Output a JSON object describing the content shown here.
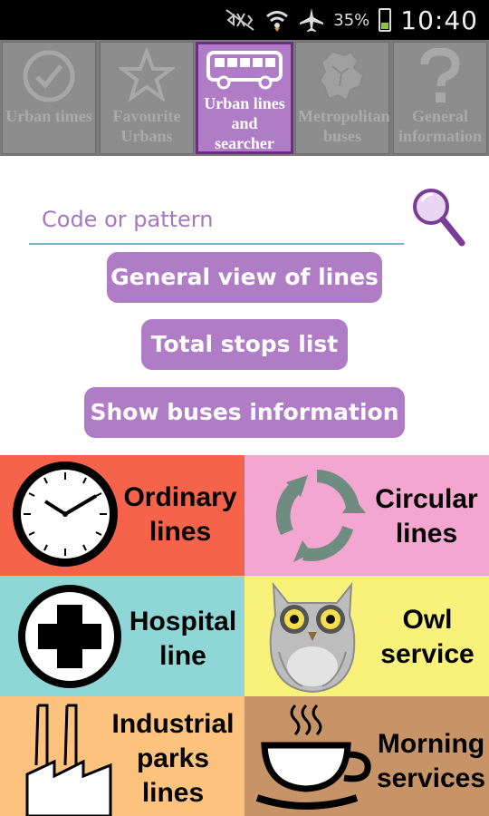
{
  "status_bar": {
    "battery_percent": "35%",
    "time": "10:40",
    "icons": [
      "mute-icon",
      "wifi-icon",
      "airplane-icon",
      "battery-icon"
    ]
  },
  "tabs": [
    {
      "label": "Urban times",
      "icon": "check-icon",
      "active": false
    },
    {
      "label": "Favourite Urbans",
      "icon": "star-icon",
      "active": false
    },
    {
      "label": "Urban lines and searcher",
      "icon": "bus-icon",
      "active": true
    },
    {
      "label": "Metropolitan buses",
      "icon": "map-icon",
      "active": false
    },
    {
      "label": "General information",
      "icon": "question-icon",
      "active": false
    }
  ],
  "search": {
    "placeholder": "Code or pattern",
    "value": ""
  },
  "buttons": {
    "general_view": "General view of lines",
    "total_stops": "Total stops list",
    "show_buses": "Show buses information"
  },
  "tiles": [
    {
      "label_line1": "Ordinary",
      "label_line2": "lines",
      "icon": "clock-icon",
      "color": "#f4634a"
    },
    {
      "label_line1": "Circular",
      "label_line2": "lines",
      "icon": "recycle-arrows-icon",
      "color": "#f3a6cf"
    },
    {
      "label_line1": "Hospital",
      "label_line2": "line",
      "icon": "cross-icon",
      "color": "#8fd6d6"
    },
    {
      "label_line1": "Owl",
      "label_line2": "service",
      "icon": "owl-icon",
      "color": "#f8f27a"
    },
    {
      "label_line1": "Industrial",
      "label_line2": "parks",
      "label_line3": "lines",
      "icon": "factory-icon",
      "color": "#fcc27e"
    },
    {
      "label_line1": "Morning",
      "label_line2": "services",
      "icon": "coffee-cup-icon",
      "color": "#c79467"
    }
  ],
  "colors": {
    "accent": "#b07cc6",
    "tab_bg": "#8d8d8d",
    "status_bar": "#000000"
  }
}
